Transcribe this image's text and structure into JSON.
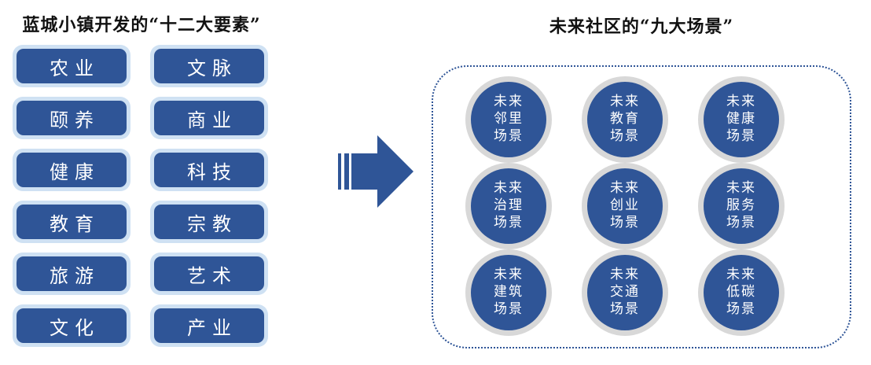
{
  "left_panel": {
    "title": "蓝城小镇开发的“十二大要素”",
    "items": [
      "农业",
      "文脉",
      "颐养",
      "商业",
      "健康",
      "科技",
      "教育",
      "宗教",
      "旅游",
      "艺术",
      "文化",
      "产业"
    ]
  },
  "arrow": {
    "icon": "striped-right-arrow"
  },
  "right_panel": {
    "title": "未来社区的“九大场景”",
    "scenes": [
      "未来\n邻里\n场景",
      "未来\n教育\n场景",
      "未来\n健康\n场景",
      "未来\n治理\n场景",
      "未来\n创业\n场景",
      "未来\n服务\n场景",
      "未来\n建筑\n场景",
      "未来\n交通\n场景",
      "未来\n低碳\n场景"
    ]
  },
  "colors": {
    "primary_blue": "#2F5597",
    "halo_light_blue": "#CFE1F3",
    "circle_ring_gray": "#D8D8D8",
    "dotted_border_blue": "#2F5597",
    "title_text": "#111111",
    "box_text": "#FFFFFF",
    "background": "#FFFFFF"
  }
}
